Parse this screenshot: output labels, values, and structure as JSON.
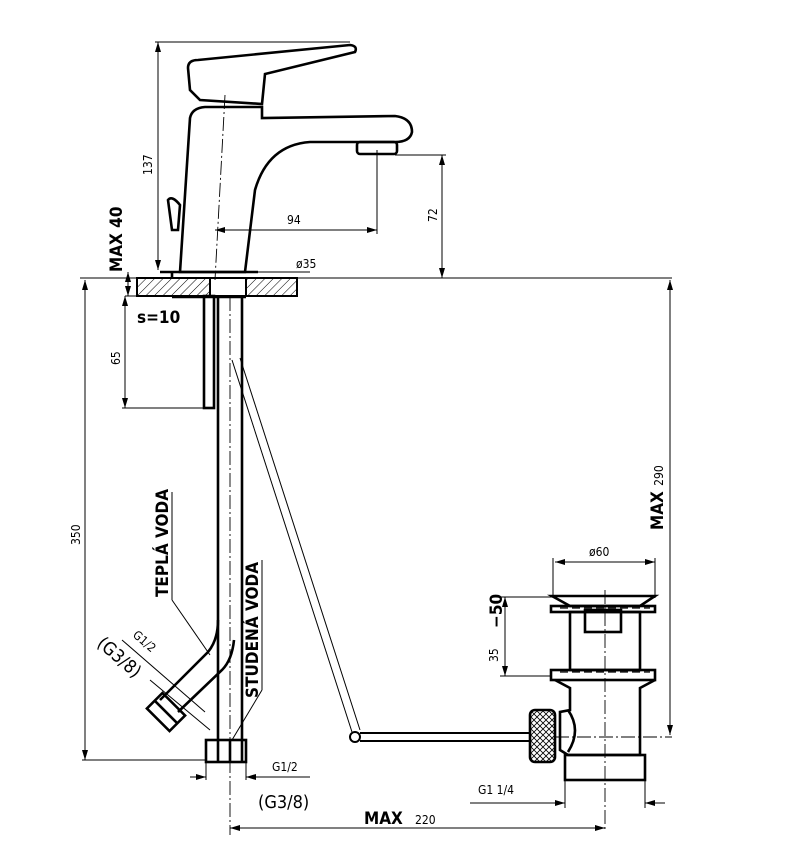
{
  "drawing": {
    "dimensions": {
      "height_total": "137",
      "max_counter": "MAX 40",
      "spout_reach": "94",
      "spout_height": "72",
      "base_diameter": "ø35",
      "thickness": "s=10",
      "stem_length": "65",
      "hose_length": "350",
      "drain_height_max": "MAX 290",
      "drain_diameter": "ø60",
      "drain_range_small": "35",
      "drain_range_big": "−50",
      "drain_thread": "G1  1/4",
      "drain_distance_max": "MAX",
      "drain_distance": "220"
    },
    "labels": {
      "hot_water": "TEPLÁ VODA",
      "cold_water": "STUDENÁ VODA",
      "hot_thread": "G1/2",
      "hot_thread_alt": "(G3/8)",
      "cold_thread": "G1/2",
      "cold_thread_alt": "(G3/8)"
    }
  }
}
